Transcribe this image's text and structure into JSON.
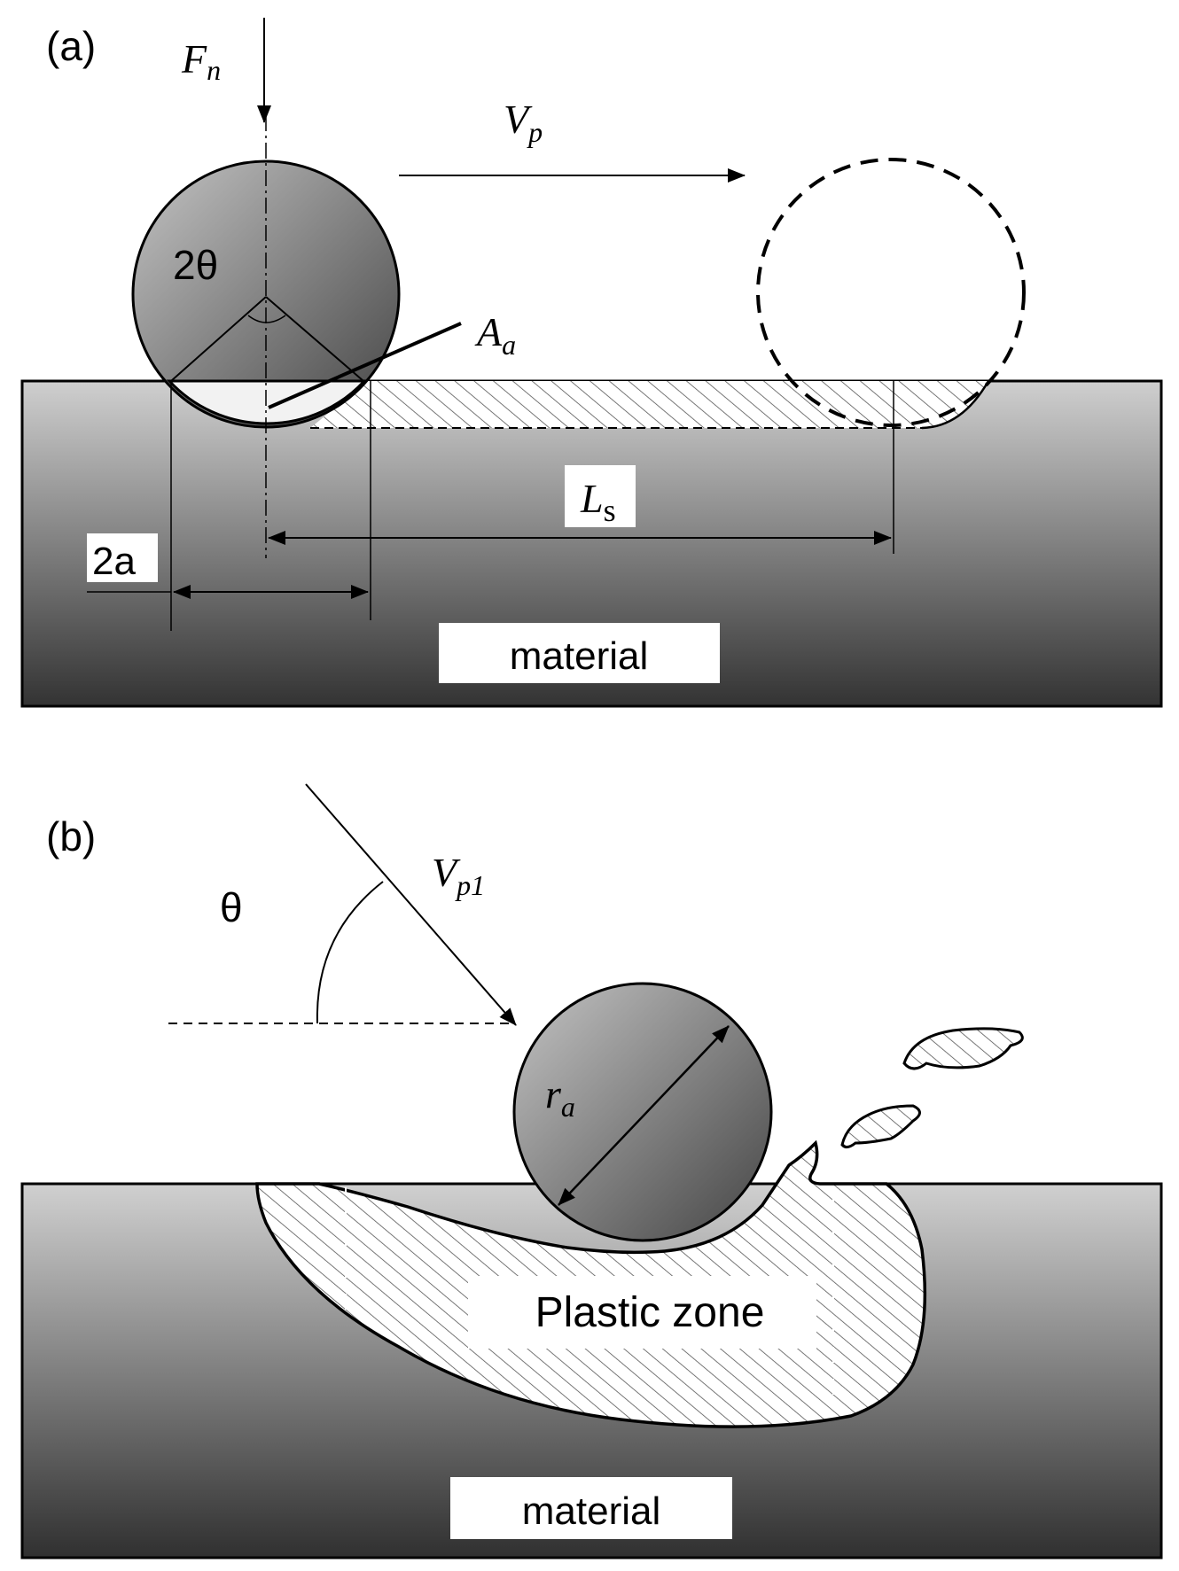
{
  "panel_a": {
    "tag": "(a)",
    "force": {
      "base": "F",
      "sub": "n"
    },
    "velocity": {
      "base": "V",
      "sub": "p"
    },
    "angle": "2θ",
    "area": {
      "base": "A",
      "sub": "a"
    },
    "sliding_length": {
      "base": "L",
      "sub": "s"
    },
    "contact_width": "2a",
    "material": "material"
  },
  "panel_b": {
    "tag": "(b)",
    "angle": "θ",
    "velocity": {
      "base": "V",
      "sub": "p1"
    },
    "radius": {
      "base": "r",
      "sub": "a"
    },
    "plastic_zone": "Plastic zone",
    "material": "material"
  },
  "colors": {
    "outline": "#000000",
    "material_top": "#c9c9c9",
    "material_bottom": "#3a3a3a",
    "sphere_light": "#bdbdbd",
    "sphere_dark": "#4a4a4a",
    "label_box": "#ffffff"
  }
}
